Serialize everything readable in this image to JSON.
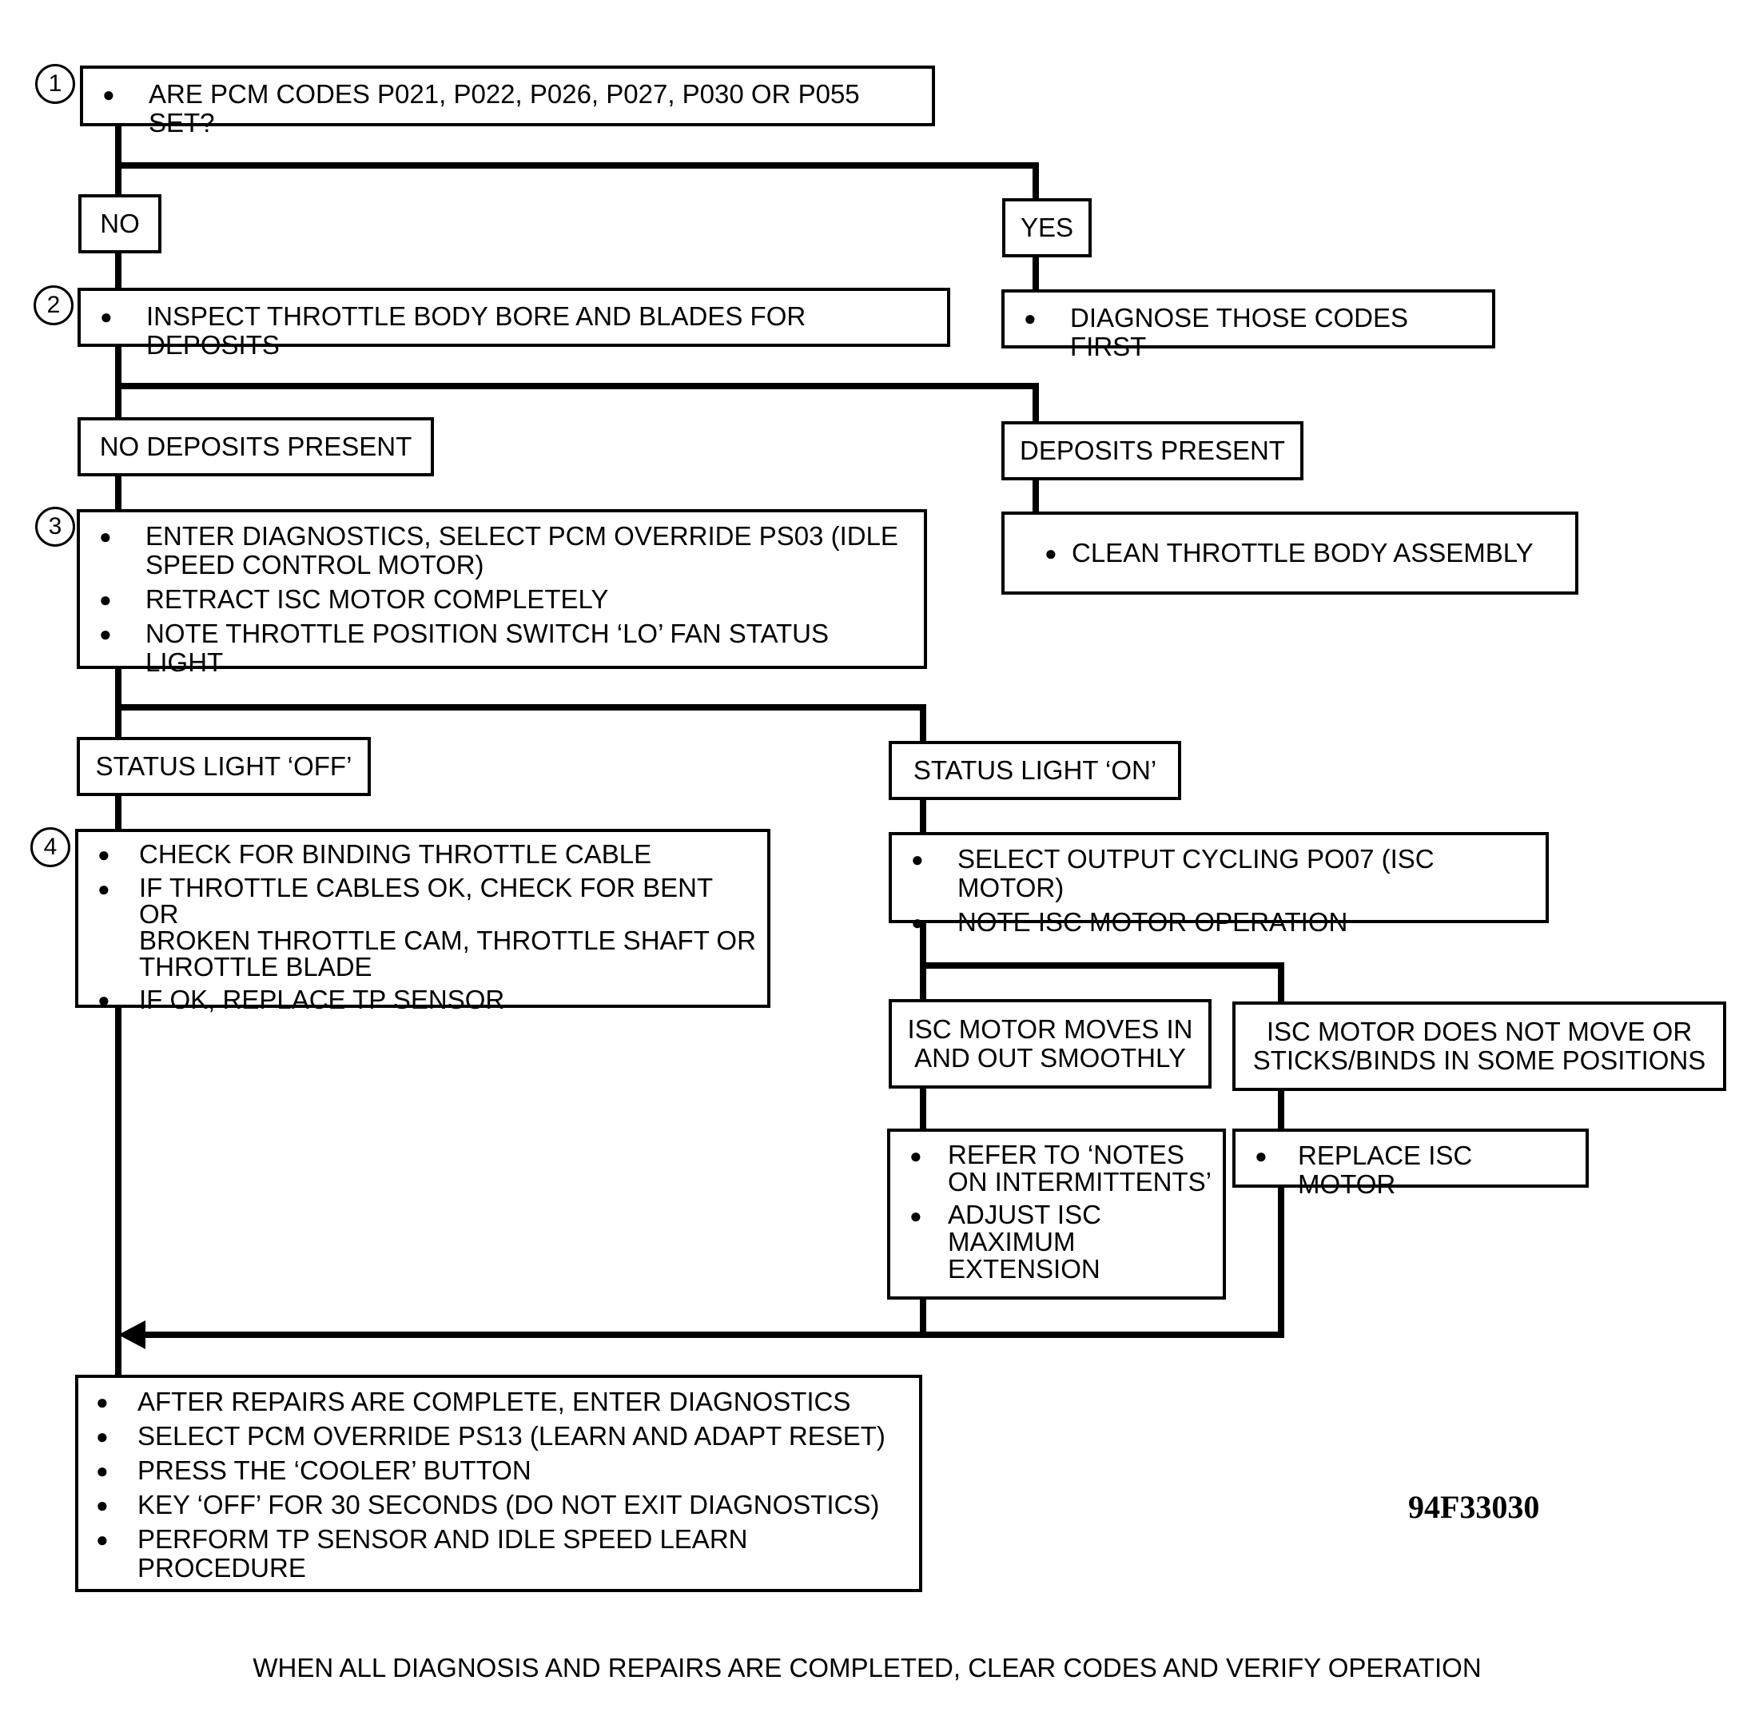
{
  "steps": {
    "s1": {
      "number": "1",
      "items": [
        "ARE PCM CODES P021, P022, P026, P027, P030 OR P055 SET?"
      ]
    },
    "s2": {
      "number": "2",
      "items": [
        "INSPECT THROTTLE BODY BORE AND BLADES FOR DEPOSITS"
      ]
    },
    "s3": {
      "number": "3",
      "items": [
        "ENTER DIAGNOSTICS, SELECT PCM OVERRIDE PS03 (IDLE\nSPEED CONTROL MOTOR)",
        "RETRACT ISC MOTOR COMPLETELY",
        "NOTE THROTTLE POSITION SWITCH ‘LO’ FAN STATUS LIGHT"
      ]
    },
    "s4": {
      "number": "4",
      "items": [
        "CHECK FOR BINDING THROTTLE CABLE",
        "IF THROTTLE CABLES OK, CHECK FOR BENT OR\nBROKEN THROTTLE CAM, THROTTLE SHAFT OR\nTHROTTLE BLADE",
        "IF OK, REPLACE TP SENSOR"
      ]
    }
  },
  "branches": {
    "no": "NO",
    "yes": "YES",
    "no_deposits": "NO DEPOSITS PRESENT",
    "deposits": "DEPOSITS PRESENT",
    "light_off": "STATUS LIGHT ‘OFF’",
    "light_on": "STATUS LIGHT ‘ON’",
    "moves": "ISC MOTOR MOVES IN\nAND OUT SMOOTHLY",
    "not_move": "ISC MOTOR DOES NOT MOVE OR\nSTICKS/BINDS IN SOME POSITIONS"
  },
  "actions": {
    "diagnose_first": [
      "DIAGNOSE THOSE CODES FIRST"
    ],
    "clean": [
      "CLEAN THROTTLE BODY ASSEMBLY"
    ],
    "output_cycling": [
      "SELECT OUTPUT CYCLING PO07 (ISC MOTOR)",
      "NOTE ISC MOTOR OPERATION"
    ],
    "refer": [
      "REFER TO ‘NOTES\nON INTERMITTENTS’",
      "ADJUST ISC\nMAXIMUM\nEXTENSION"
    ],
    "replace_isc": [
      "REPLACE ISC MOTOR"
    ],
    "final": [
      "AFTER REPAIRS ARE COMPLETE, ENTER DIAGNOSTICS",
      "SELECT PCM OVERRIDE PS13 (LEARN AND ADAPT RESET)",
      "PRESS THE ‘COOLER’ BUTTON",
      "KEY ‘OFF’ FOR 30 SECONDS (DO NOT EXIT DIAGNOSTICS)",
      "PERFORM TP SENSOR AND IDLE SPEED LEARN PROCEDURE"
    ]
  },
  "figure_id": "94F33030",
  "footer": "WHEN ALL DIAGNOSIS AND REPAIRS ARE COMPLETED, CLEAR CODES AND VERIFY OPERATION"
}
